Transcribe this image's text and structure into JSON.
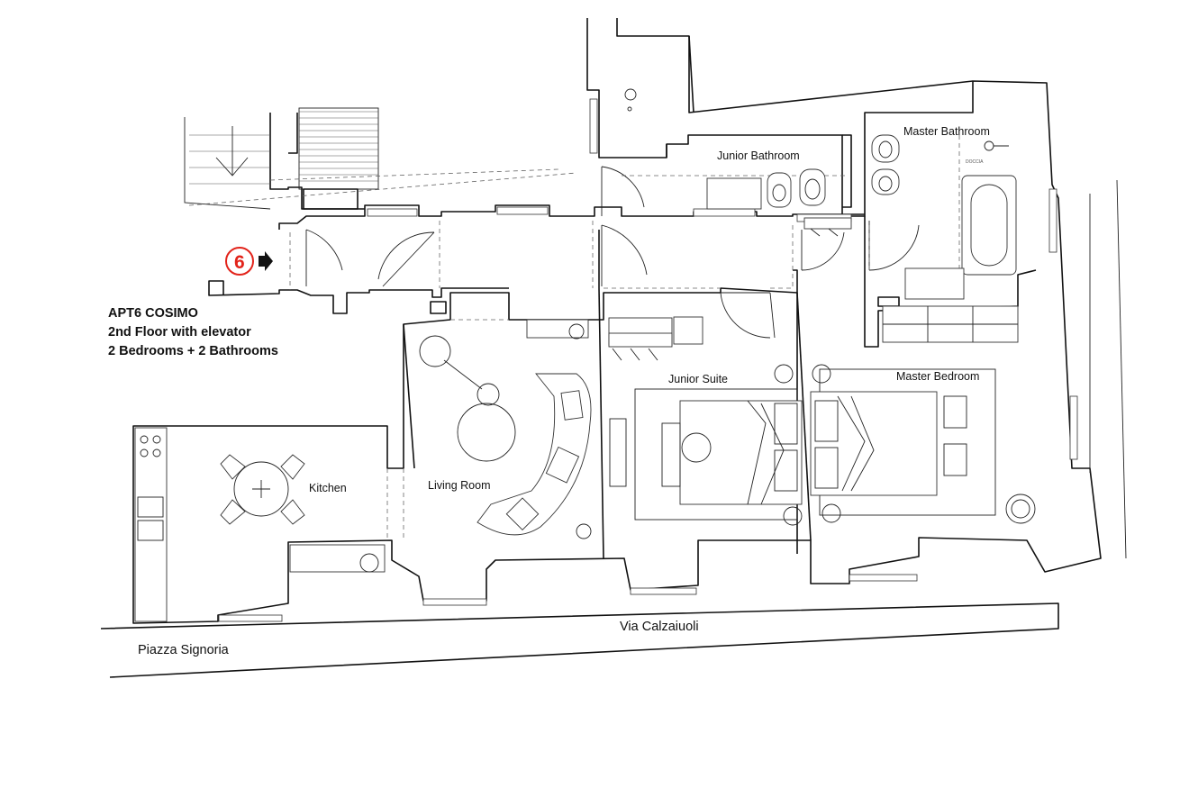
{
  "apartment": {
    "title": "APT6 COSIMO",
    "floor": "2nd Floor with elevator",
    "rooms_summary": "2 Bedrooms + 2 Bathrooms"
  },
  "entrance_marker": {
    "number": "6",
    "color": "#e2231a"
  },
  "rooms": {
    "junior_bathroom": "Junior Bathroom",
    "master_bathroom": "Master Bathroom",
    "junior_suite": "Junior Suite",
    "master_bedroom": "Master Bedroom",
    "kitchen": "Kitchen",
    "living_room": "Living Room",
    "doccia": "DOCCIA"
  },
  "streets": {
    "via": "Via Calzaiuoli",
    "piazza": "Piazza Signoria"
  }
}
